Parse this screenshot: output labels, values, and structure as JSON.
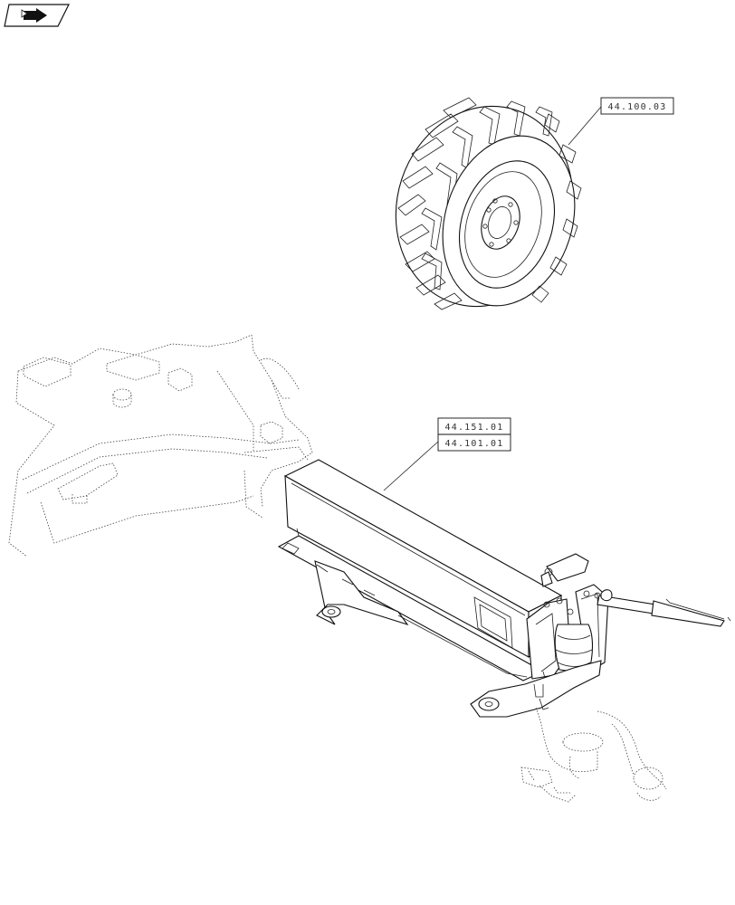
{
  "callouts": {
    "wheel_ref": "44.100.03",
    "axle_ref_top": "44.151.01",
    "axle_ref_bottom": "44.101.01"
  },
  "nav_icon": "next-page-arrow-icon"
}
